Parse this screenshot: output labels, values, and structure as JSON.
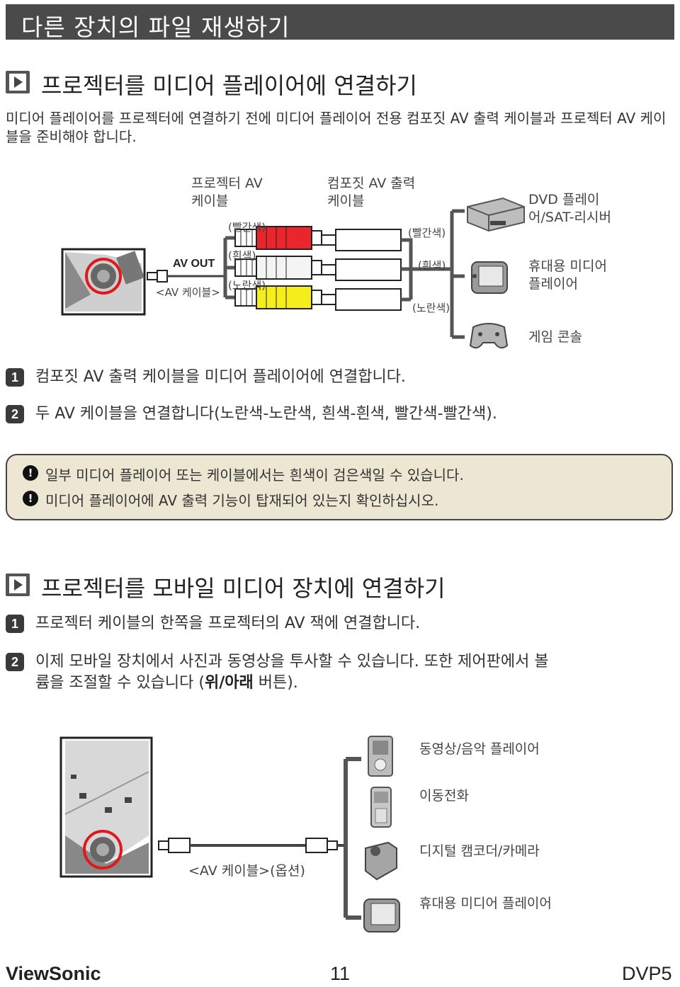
{
  "header": {
    "title": "다른 장치의 파일 재생하기"
  },
  "section1": {
    "title": "프로젝터를 미디어 플레이어에 연결하기",
    "intro": "미디어 플레이어를 프로젝터에 연결하기 전에 미디어 플레이어 전용 컴포짓 AV 출력 케이블과 프로젝터 AV 케이블을 준비해야 합니다.",
    "diagram": {
      "projector_cable_label_1": "프로젝터 AV",
      "projector_cable_label_2": "케이블",
      "composite_cable_label_1": "컴포짓 AV 출력",
      "composite_cable_label_2": "케이블",
      "av_out": "AV OUT",
      "av_cable": "<AV 케이블>",
      "red_left": "(빨간색)",
      "white_left": "(흰색)",
      "yellow_left": "(노란색)",
      "red_right": "(빨간색)",
      "white_right": "(흰색)",
      "yellow_right": "(노란색)",
      "dvd_1": "DVD 플레이",
      "dvd_2": "어/SAT-리시버",
      "pmp_1": "휴대용 미디어",
      "pmp_2": "플레이어",
      "console": "게임 콘솔",
      "colors": {
        "red": "#e8262c",
        "white": "#f4f4f4",
        "yellow": "#f6ee1a"
      }
    },
    "steps": [
      {
        "num": "1",
        "text": "컴포짓 AV 출력 케이블을 미디어 플레이어에 연결합니다."
      },
      {
        "num": "2",
        "text": "두 AV 케이블을 연결합니다(노란색-노란색, 흰색-흰색, 빨간색-빨간색)."
      }
    ],
    "notes": [
      "일부 미디어 플레이어 또는 케이블에서는 흰색이 검은색일 수 있습니다.",
      "미디어 플레이어에 AV 출력 기능이 탑재되어 있는지 확인하십시오."
    ]
  },
  "section2": {
    "title": "프로젝터를 모바일 미디어 장치에 연결하기",
    "steps": [
      {
        "num": "1",
        "text": "프로젝터 케이블의 한쪽을 프로젝터의 AV 잭에 연결합니다."
      },
      {
        "num": "2",
        "text_line1": "이제 모바일 장치에서 사진과 동영상을 투사할 수 있습니다. 또한 제어판에서 볼",
        "text_line2a": "륨을 조절할 수 있습니다 (",
        "text_bold": "위/아래",
        "text_line2b": " 버튼)."
      }
    ],
    "diagram": {
      "cable": "<AV 케이블>(옵션)",
      "devices": [
        "동영상/음악 플레이어",
        "이동전화",
        "디지털 캠코더/카메라",
        "휴대용 미디어 플레이어"
      ]
    }
  },
  "footer": {
    "brand": "ViewSonic",
    "page": "11",
    "model": "DVP5"
  }
}
